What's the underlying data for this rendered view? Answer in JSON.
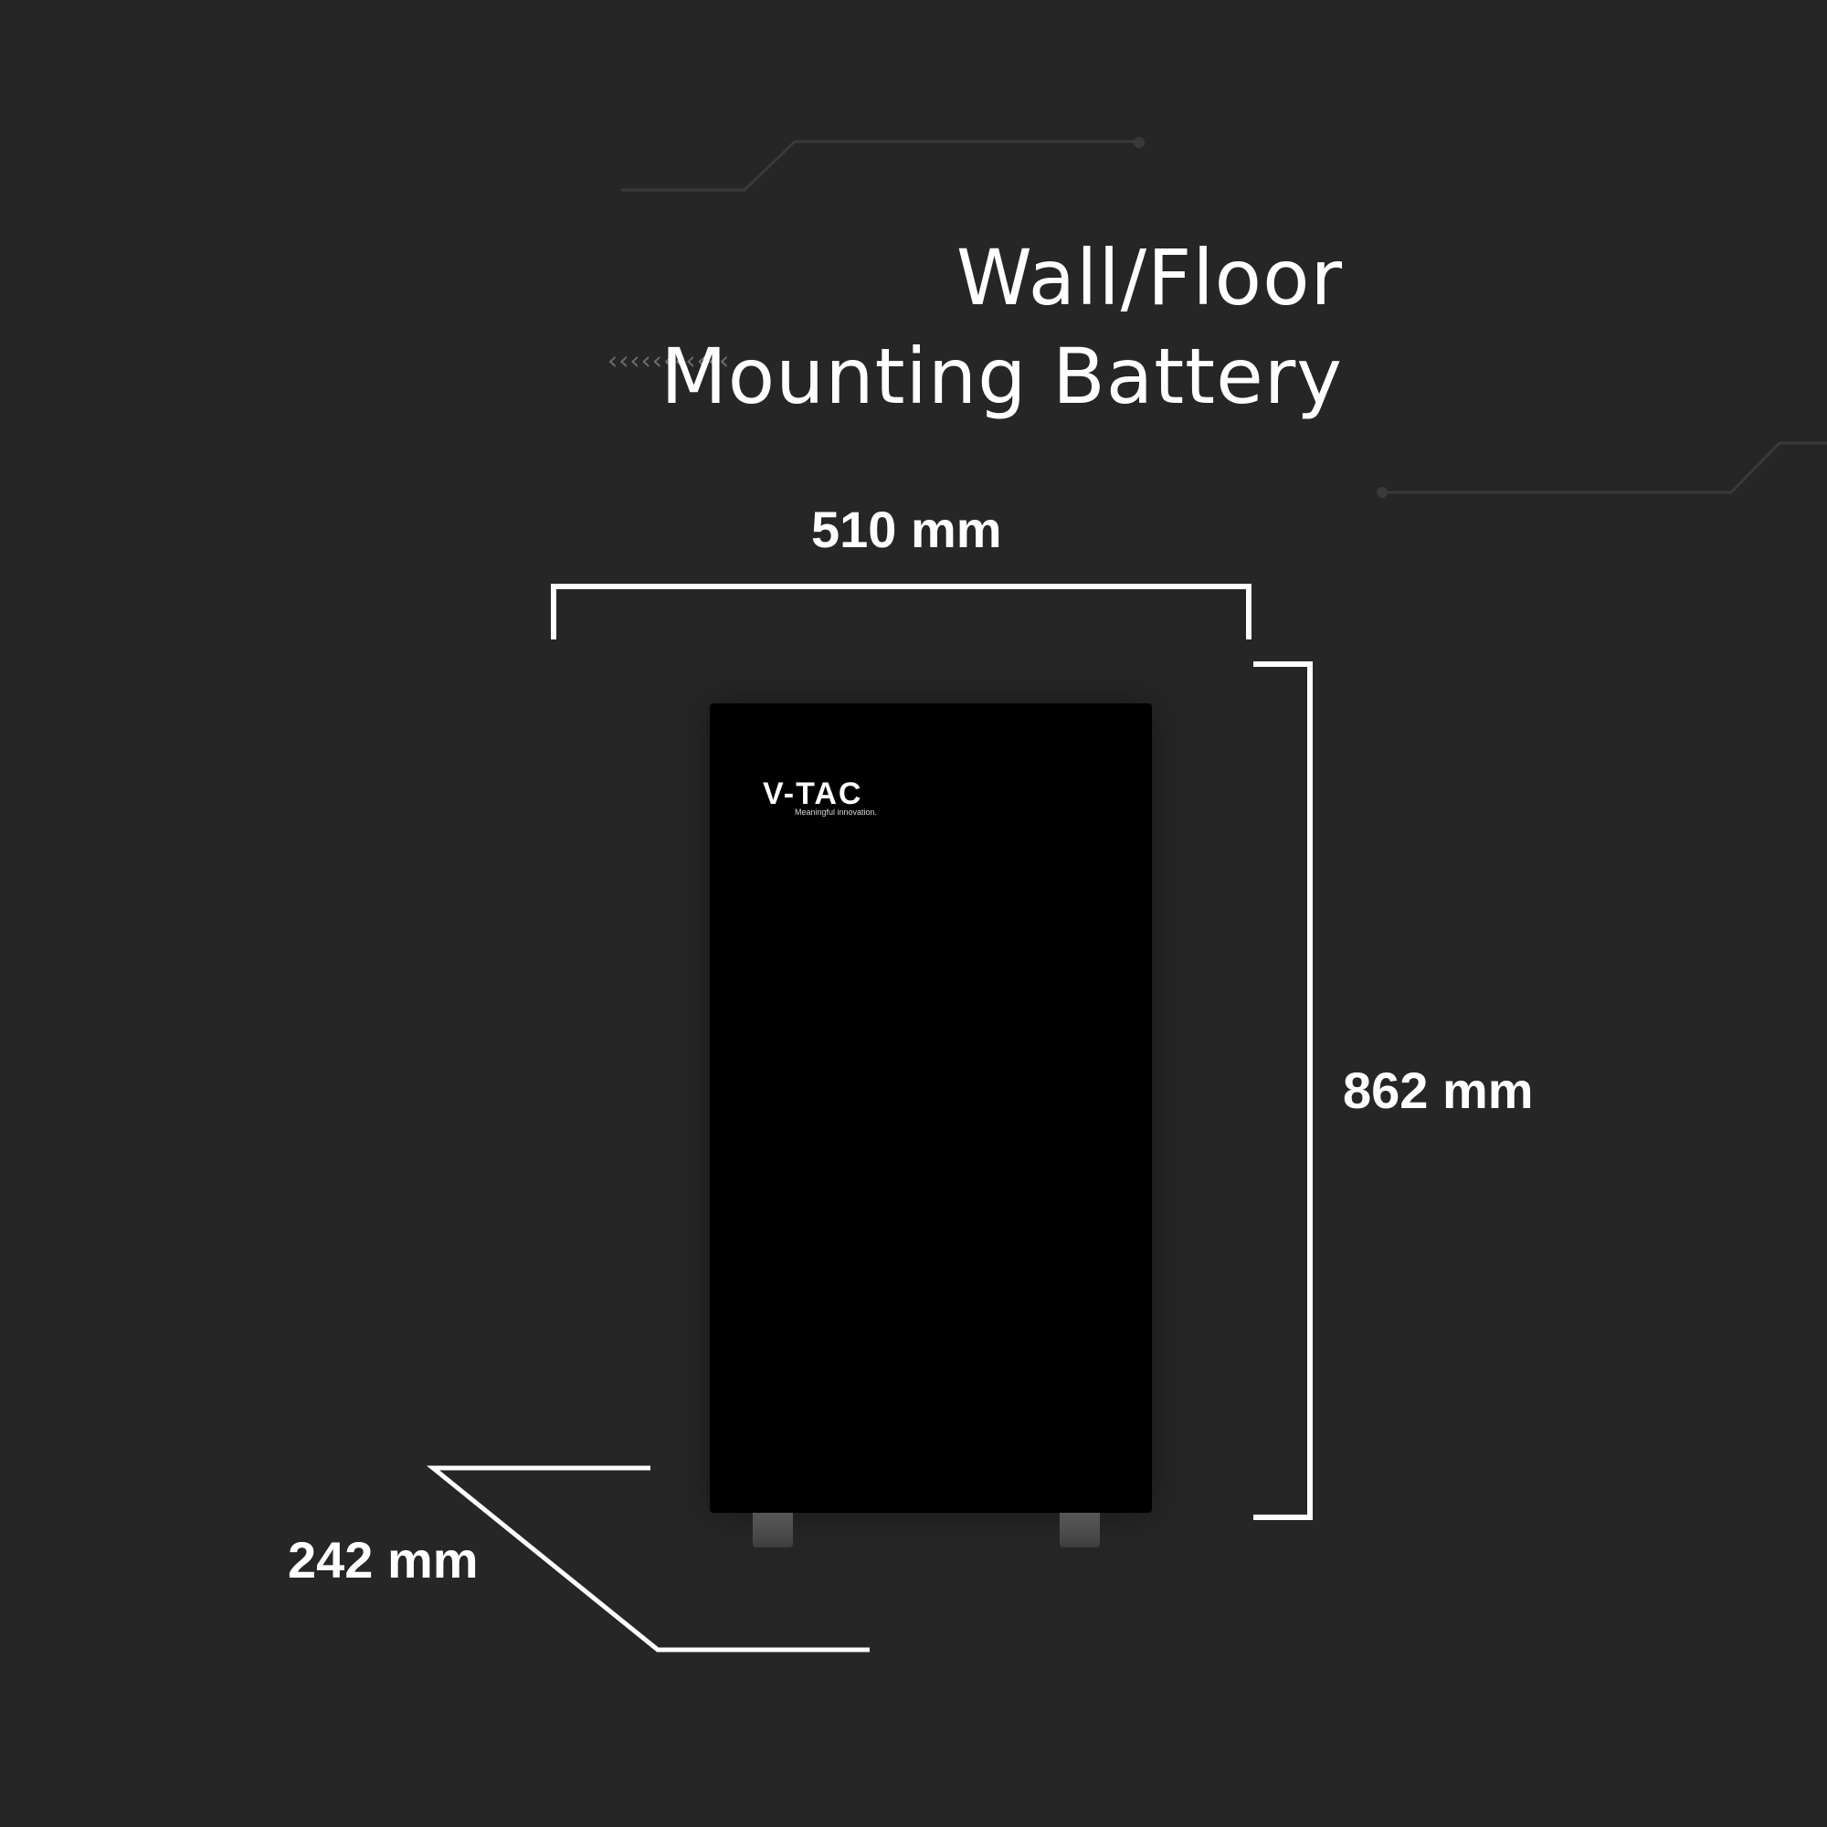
{
  "title": {
    "line1": "Wall/Floor",
    "line2": "Mounting Battery"
  },
  "decor": {
    "chevrons": "‹‹‹‹‹‹‹‹‹‹‹"
  },
  "dimensions": {
    "width": "510 mm",
    "height": "862 mm",
    "depth": "242 mm"
  },
  "product": {
    "brand": "V-TAC",
    "tagline": "Meaningful innovation."
  },
  "colors": {
    "background": "#262626",
    "text": "#ffffff",
    "product_body": "#000000",
    "decor_line": "#3c3c3c"
  }
}
